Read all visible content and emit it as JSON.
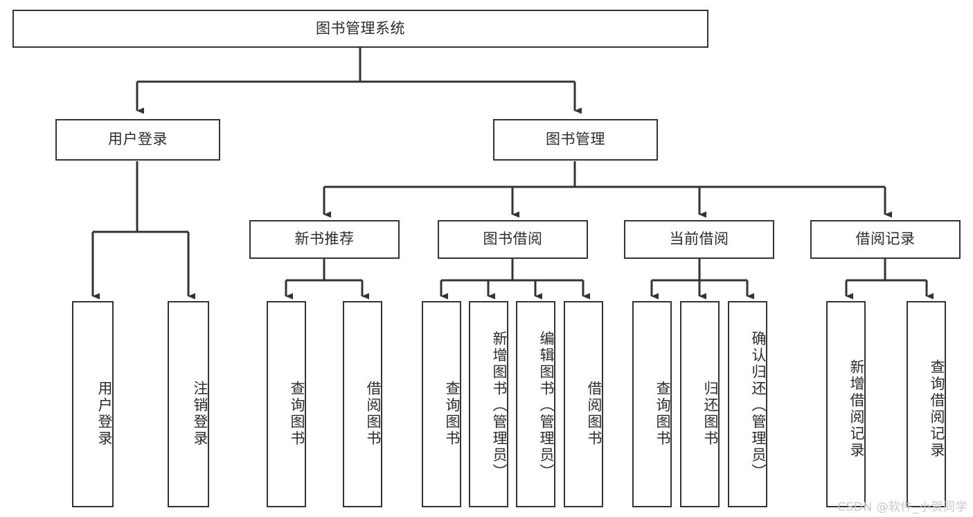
{
  "diagram": {
    "type": "tree",
    "title": "图书管理系统",
    "background_color": "#ffffff",
    "line_color": "#333333",
    "text_color": "#2b2b2b",
    "watermark": "CSDN @软件_小贺同学"
  },
  "nodes": {
    "root": {
      "label": "图书管理系统"
    },
    "level2": [
      {
        "label": "用户登录"
      },
      {
        "label": "图书管理"
      }
    ],
    "level3": [
      {
        "label": "新书推荐"
      },
      {
        "label": "图书借阅"
      },
      {
        "label": "当前借阅"
      },
      {
        "label": "借阅记录"
      }
    ],
    "leaves": {
      "user_login": [
        {
          "label": "用户登录"
        },
        {
          "label": "注销登录"
        }
      ],
      "new_book_recommend": [
        {
          "label": "查询图书"
        },
        {
          "label": "借阅图书"
        }
      ],
      "book_borrow": [
        {
          "label": "查询图书"
        },
        {
          "label": "新增图书（管理员）"
        },
        {
          "label": "编辑图书（管理员）"
        },
        {
          "label": "借阅图书"
        }
      ],
      "current_borrow": [
        {
          "label": "查询图书"
        },
        {
          "label": "归还图书"
        },
        {
          "label": "确认归还（管理员）"
        }
      ],
      "borrow_record": [
        {
          "label": "新增借阅记录"
        },
        {
          "label": "查询借阅记录"
        }
      ]
    }
  }
}
